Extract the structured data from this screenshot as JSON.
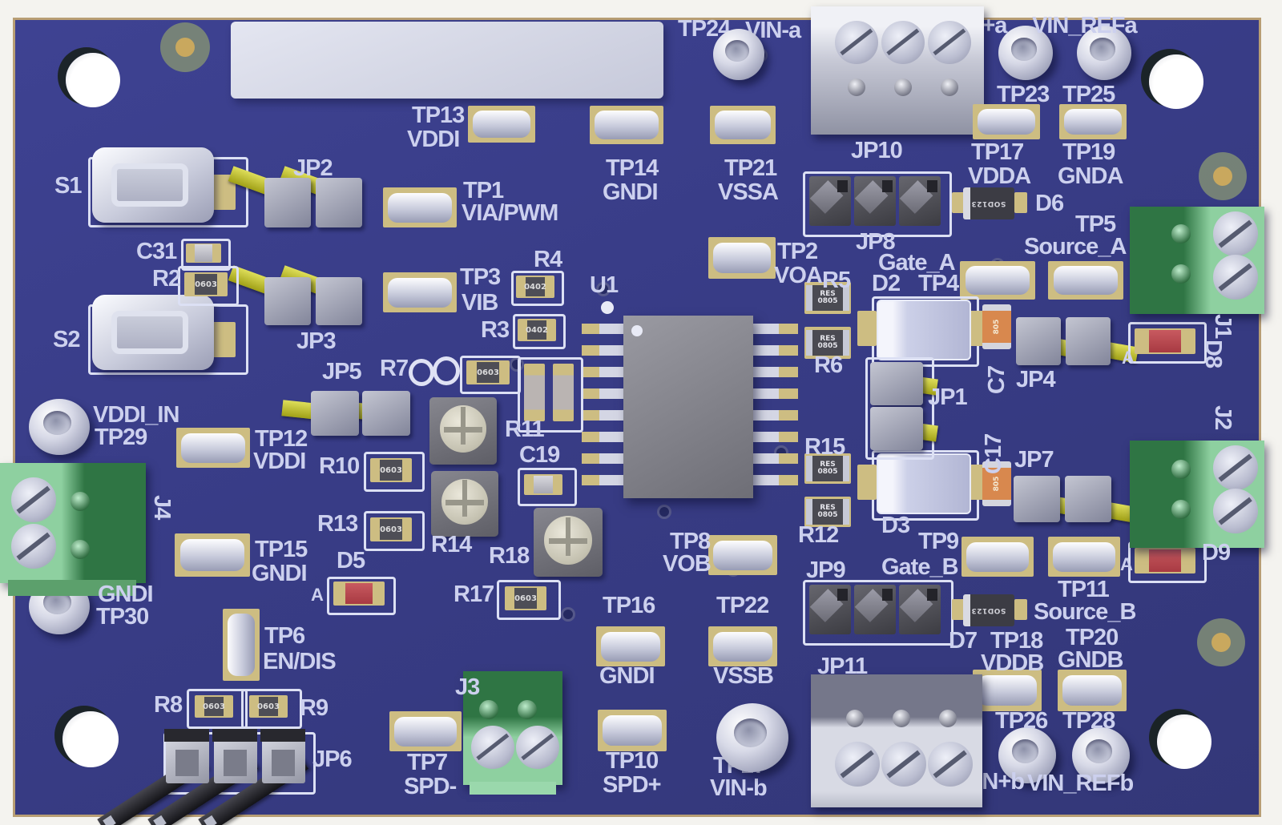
{
  "colors": {
    "board": "#3a3e8c",
    "silkscreen": "#ccd0ee",
    "pad": "#cdbd82",
    "jumper_pin": "#c8c832",
    "terminal_green": "#4f9e63",
    "terminal_gray": "#c6c8d4",
    "led_red": "#b8484e",
    "ic_gray": "#8b8b93",
    "orange_cap": "#d8884e",
    "board_edge": "#b89e74"
  },
  "labels": {
    "s1": "S1",
    "s2": "S2",
    "c31": "C31",
    "r2": "R2",
    "jp2": "JP2",
    "jp3": "JP3",
    "jp5": "JP5",
    "jp6": "JP6",
    "r3": "R3",
    "r4": "R4",
    "r7": "R7",
    "r8": "R8",
    "r9": "R9",
    "r10": "R10",
    "r11": "R11",
    "r13": "R13",
    "r14": "R14",
    "r17": "R17",
    "r18": "R18",
    "c19": "C19",
    "c31_ref": "C31",
    "d5": "D5",
    "a": "A",
    "u1": "U1",
    "jp1": "JP1",
    "jp4": "JP4",
    "jp7": "JP7",
    "jp8": "JP8",
    "jp9": "JP9",
    "jp10": "JP10",
    "jp11": "JP11",
    "r5": "R5",
    "r6": "R6",
    "r12": "R12",
    "r15": "R15",
    "c7": "C7",
    "c17": "C17",
    "d2": "D2",
    "d3": "D3",
    "d6": "D6",
    "d7": "D7",
    "d8": "D8",
    "d9": "D9",
    "j1": "J1",
    "j2": "J2",
    "j3": "J3",
    "j4": "J4",
    "gate_a": "Gate_A",
    "source_a": "Source_A",
    "tp1": "TP1",
    "tp1_net": "VIA/PWM",
    "tp2": "TP2",
    "tp2_net": "VOA",
    "tp3": "TP3",
    "tp3_net": "VIB",
    "tp4": "TP4",
    "tp5": "TP5",
    "tp6": "TP6",
    "tp6_net": "EN/DIS",
    "tp7": "TP7",
    "tp7_net": "SPD-",
    "tp8": "TP8",
    "tp8_net": "VOB",
    "tp9": "TP9",
    "tp9_net": "Gate_B",
    "tp10": "TP10",
    "tp10_net": "SPD+",
    "tp11": "TP11",
    "tp11_net": "Source_B",
    "tp12": "TP12",
    "tp12_net": "VDDI",
    "tp13": "TP13",
    "tp13_net": "VDDI",
    "tp14": "TP14",
    "tp14_net": "GNDI",
    "tp15": "TP15",
    "tp15_net": "GNDI",
    "tp16": "TP16",
    "tp16_net": "GNDI",
    "tp17": "TP17",
    "tp17_net": "VDDA",
    "tp18": "TP18",
    "tp18_net": "VDDB",
    "tp19": "TP19",
    "tp19_net": "GNDA",
    "tp20": "TP20",
    "tp20_net": "GNDB",
    "tp21": "TP21",
    "tp21_net": "VSSA",
    "tp22": "TP22",
    "tp22_net": "VSSB",
    "tp23": "TP23",
    "tp24": "TP24",
    "tp24_net": "VIN-a",
    "tp25": "TP25",
    "tp26": "TP26",
    "tp27": "TP27",
    "tp27_net": "VIN-b",
    "tp28": "TP28",
    "tp29": "TP29",
    "tp29_net": "VDDI_IN",
    "tp30": "TP30",
    "tp30_net": "GNDI",
    "vin_a_plus": "VIN+a",
    "vin_ref_a": "VIN_REFa",
    "vin_b_plus": "VIN+b",
    "vin_ref_b": "VIN_REFb"
  },
  "markings": {
    "r0603": "0603",
    "r0402": "0402",
    "res0805": "RES\n0805",
    "sod123": "SOD123",
    "cap805": "805"
  }
}
